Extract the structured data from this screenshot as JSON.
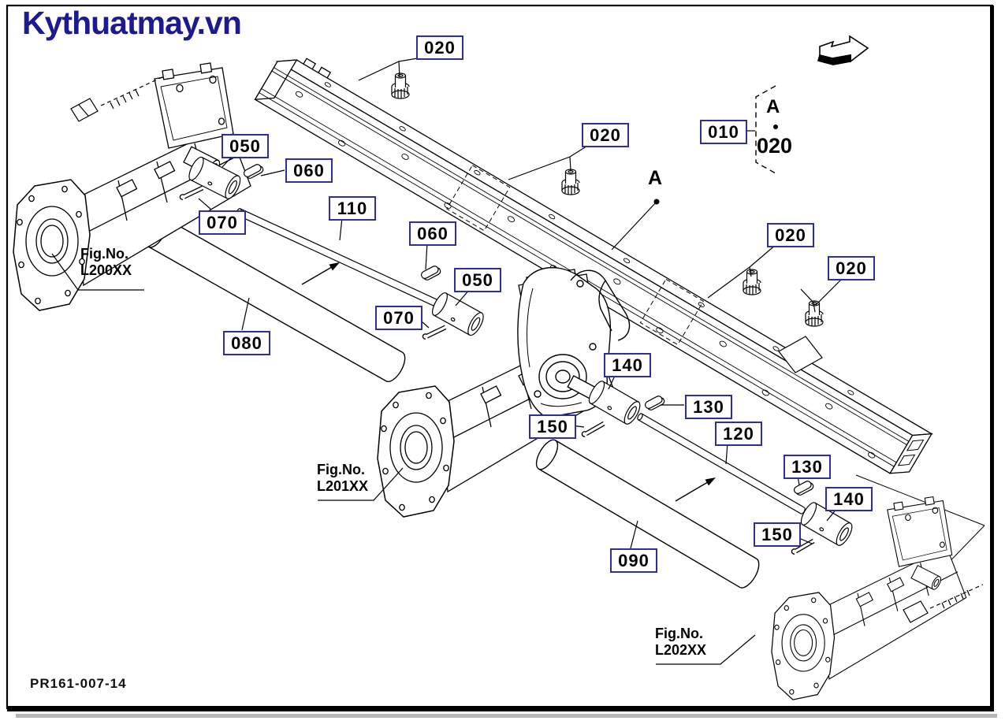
{
  "page": {
    "logo": "Kythuatmay.vn",
    "drawing_number": "PR161-007-14"
  },
  "colors": {
    "logo_navy": "#1b1b8f",
    "callout_border": "#2e2ea0",
    "line_black": "#000000"
  },
  "callouts": [
    {
      "label": "020"
    },
    {
      "label": "050"
    },
    {
      "label": "060"
    },
    {
      "label": "110"
    },
    {
      "label": "070"
    },
    {
      "label": "020"
    },
    {
      "label": "010"
    },
    {
      "label": "060"
    },
    {
      "label": "050"
    },
    {
      "label": "070"
    },
    {
      "label": "080"
    },
    {
      "label": "020"
    },
    {
      "label": "020"
    },
    {
      "label": "140"
    },
    {
      "label": "130"
    },
    {
      "label": "150"
    },
    {
      "label": "120"
    },
    {
      "label": "130"
    },
    {
      "label": "140"
    },
    {
      "label": "150"
    },
    {
      "label": "090"
    }
  ],
  "detail_view": {
    "marker_label": "A",
    "part_label": "020"
  },
  "section_marker": {
    "label": "A"
  },
  "fig_labels": [
    {
      "prefix": "Fig.No.",
      "code": "L200XX"
    },
    {
      "prefix": "Fig.No.",
      "code": "L201XX"
    },
    {
      "prefix": "Fig.No.",
      "code": "L202XX"
    }
  ]
}
